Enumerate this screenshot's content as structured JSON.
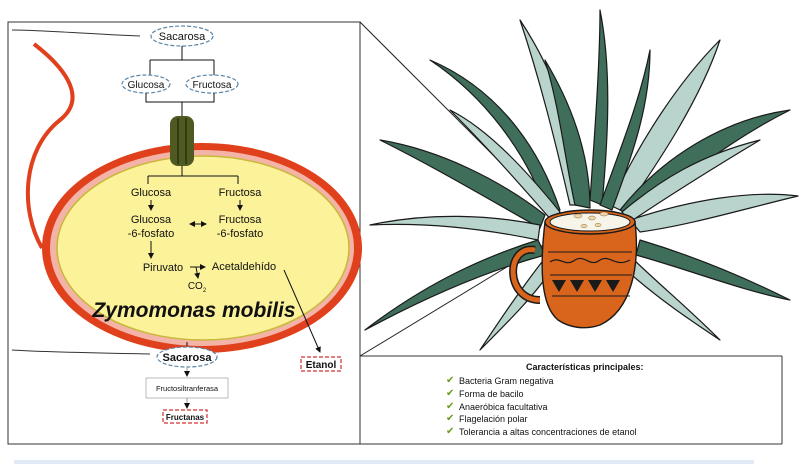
{
  "diagram": {
    "left_panel": {
      "sucrose_top": "Sacarosa",
      "glucose_outside": "Glucosa",
      "fructose_outside": "Fructosa",
      "glucose_inside": "Glucosa",
      "fructose_inside": "Fructosa",
      "glucose6p_line1": "Glucosa",
      "glucose6p_line2": "-6-fosfato",
      "fructose6p_line1": "Fructosa",
      "fructose6p_line2": "-6-fosfato",
      "pyruvate": "Piruvato",
      "acetaldehyde": "Acetaldehído",
      "co2": "CO",
      "co2_sub": "2",
      "organism": "Zymomonas mobilis",
      "sucrose_bottom": "Sacarosa",
      "enzyme": "Fructosiltranferasa",
      "fructans": "Fructanas",
      "ethanol": "Etanol"
    },
    "features": {
      "title": "Características principales:",
      "items": [
        "Bacteria Gram negativa",
        "Forma de bacilo",
        "Anaeróbica facultativa",
        "Flagelación polar",
        "Tolerancia a altas concentraciones de etanol"
      ]
    },
    "colors": {
      "cytoplasm": "#fbf29a",
      "outer_membrane": "#e0401c",
      "periplasm": "#f3b3a6",
      "channel": "#4f5a22",
      "agave_leaf": "#3f6e5b",
      "agave_leaf_light": "#b9d4cc",
      "mug": "#d9651c",
      "dashed_outline_blue": "#5a86a8",
      "dashed_outline_red": "#d03030",
      "check_green": "#6a9a1e"
    }
  }
}
